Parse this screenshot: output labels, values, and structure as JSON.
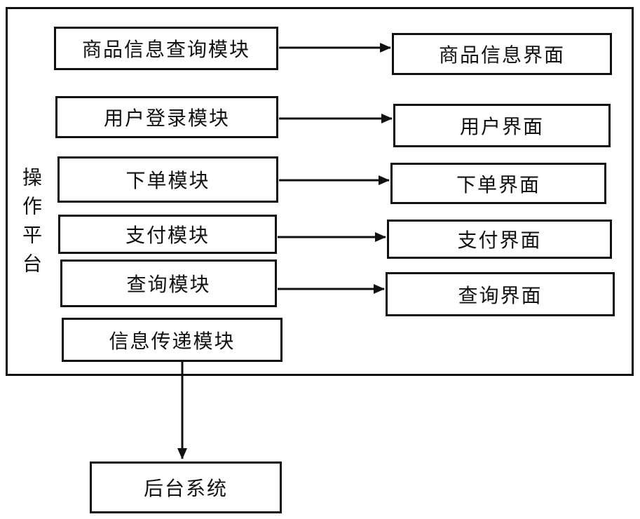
{
  "diagram": {
    "platform_label": "操作平台",
    "modules": [
      {
        "label": "商品信息查询模块"
      },
      {
        "label": "用户登录模块"
      },
      {
        "label": "下单模块"
      },
      {
        "label": "支付模块"
      },
      {
        "label": "查询模块"
      },
      {
        "label": "信息传递模块"
      }
    ],
    "interfaces": [
      {
        "label": "商品信息界面"
      },
      {
        "label": "用户界面"
      },
      {
        "label": "下单界面"
      },
      {
        "label": "支付界面"
      },
      {
        "label": "查询界面"
      }
    ],
    "backend_label": "后台系统",
    "colors": {
      "line": "#111111",
      "background": "#ffffff",
      "box_background": "#ffffff"
    }
  }
}
